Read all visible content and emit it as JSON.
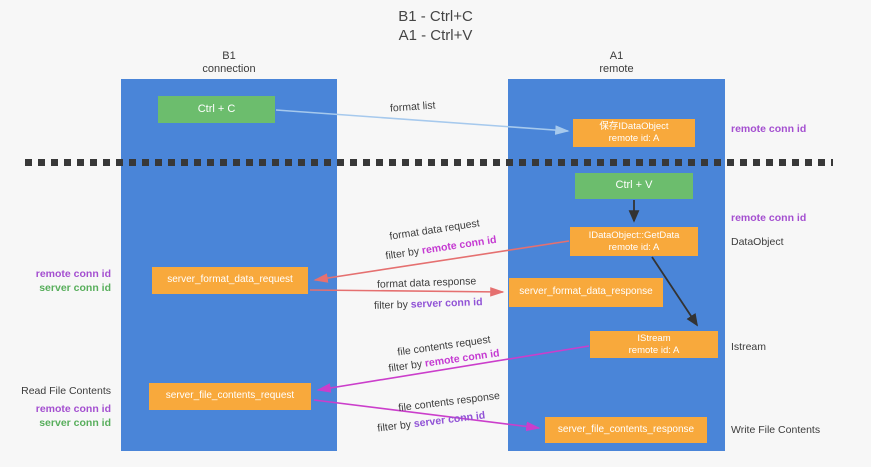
{
  "title": {
    "line1": "B1 - Ctrl+C",
    "line2": "A1 - Ctrl+V"
  },
  "lanes": {
    "left": {
      "name": "B1",
      "subtitle": "connection"
    },
    "right": {
      "name": "A1",
      "subtitle": "remote"
    }
  },
  "boxes": {
    "ctrl_c": "Ctrl + C",
    "ctrl_v": "Ctrl + V",
    "save_idataobject": {
      "line1": "保存IDataObject",
      "line2": "remote id: A"
    },
    "getdata": {
      "line1": "IDataObject::GetData",
      "line2": "remote id: A"
    },
    "istream": {
      "line1": "IStream",
      "line2": "remote id: A"
    },
    "format_request": "server_format_data_request",
    "format_response": "server_format_data_response",
    "file_request": "server_file_contents_request",
    "file_response": "server_file_contents_response"
  },
  "arrows": {
    "format_list": "format list",
    "format_data_request": "format data request",
    "format_data_response": "format data response",
    "file_contents_request": "file contents request",
    "file_contents_response": "file contents response",
    "filter_prefix": "filter by ",
    "remote_key": "remote conn id",
    "server_key": "server conn id"
  },
  "side_labels": {
    "left": {
      "format_remote": "remote conn id",
      "format_server": "server conn id",
      "read_file": "Read File Contents",
      "file_remote": "remote conn id",
      "file_server": "server conn id"
    },
    "right": {
      "top_remote": "remote conn id",
      "mid_remote": "remote conn id",
      "dataobject": "DataObject",
      "istream": "Istream",
      "write_file": "Write File Contents"
    }
  },
  "colors": {
    "lane_blue": "#4a85d8",
    "box_green": "#6cbd6d",
    "box_orange": "#f8a93c",
    "arrow_light_blue": "#a6c9ed",
    "arrow_red": "#e57070",
    "arrow_magenta": "#cb3ecb",
    "arrow_black": "#333333",
    "label_purple": "#a44fd0",
    "label_magenta": "#c53bd2",
    "label_violet": "#9153d6",
    "label_green": "#58ae5c"
  }
}
